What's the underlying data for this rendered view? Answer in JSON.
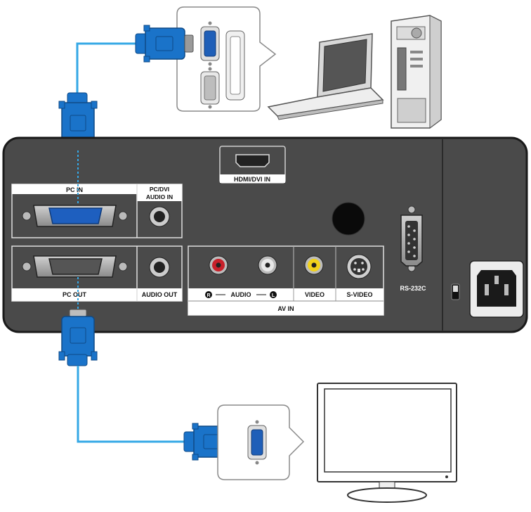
{
  "panel": {
    "hdmi_label": "HDMI/DVI IN",
    "pc_in_label": "PC IN",
    "pc_dvi_audio_line1": "PC/DVI",
    "pc_dvi_audio_line2": "AUDIO IN",
    "pc_out_label": "PC OUT",
    "audio_out_label": "AUDIO OUT",
    "audio_r_glyph": "R",
    "audio_label": "AUDIO",
    "audio_l_glyph": "L",
    "video_label": "VIDEO",
    "svideo_label": "S-VIDEO",
    "av_in_label": "AV IN",
    "rs232c_label": "RS-232C"
  },
  "colors": {
    "panel": "#4a4a4a",
    "cable": "#1a73c9",
    "cable_line": "#35a8e6",
    "rca_red": "#c8202a",
    "rca_white": "#e8e8e8",
    "rca_yellow": "#f2d21a"
  }
}
